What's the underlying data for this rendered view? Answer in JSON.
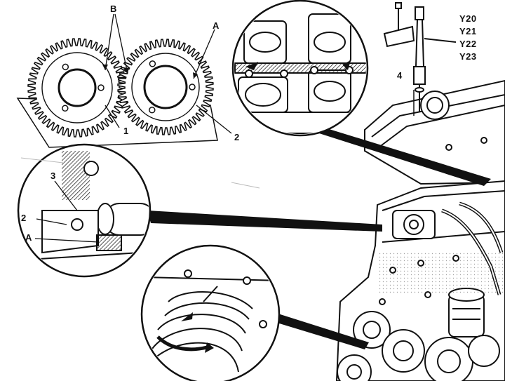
{
  "labels": {
    "B": "B",
    "A_top": "A",
    "one": "1",
    "two_top": "2",
    "four": "4",
    "three": "3",
    "two_inset": "2",
    "A_inset": "A"
  },
  "components": {
    "y20": "Y20",
    "y21": "Y21",
    "y22": "Y22",
    "y23": "Y23"
  }
}
